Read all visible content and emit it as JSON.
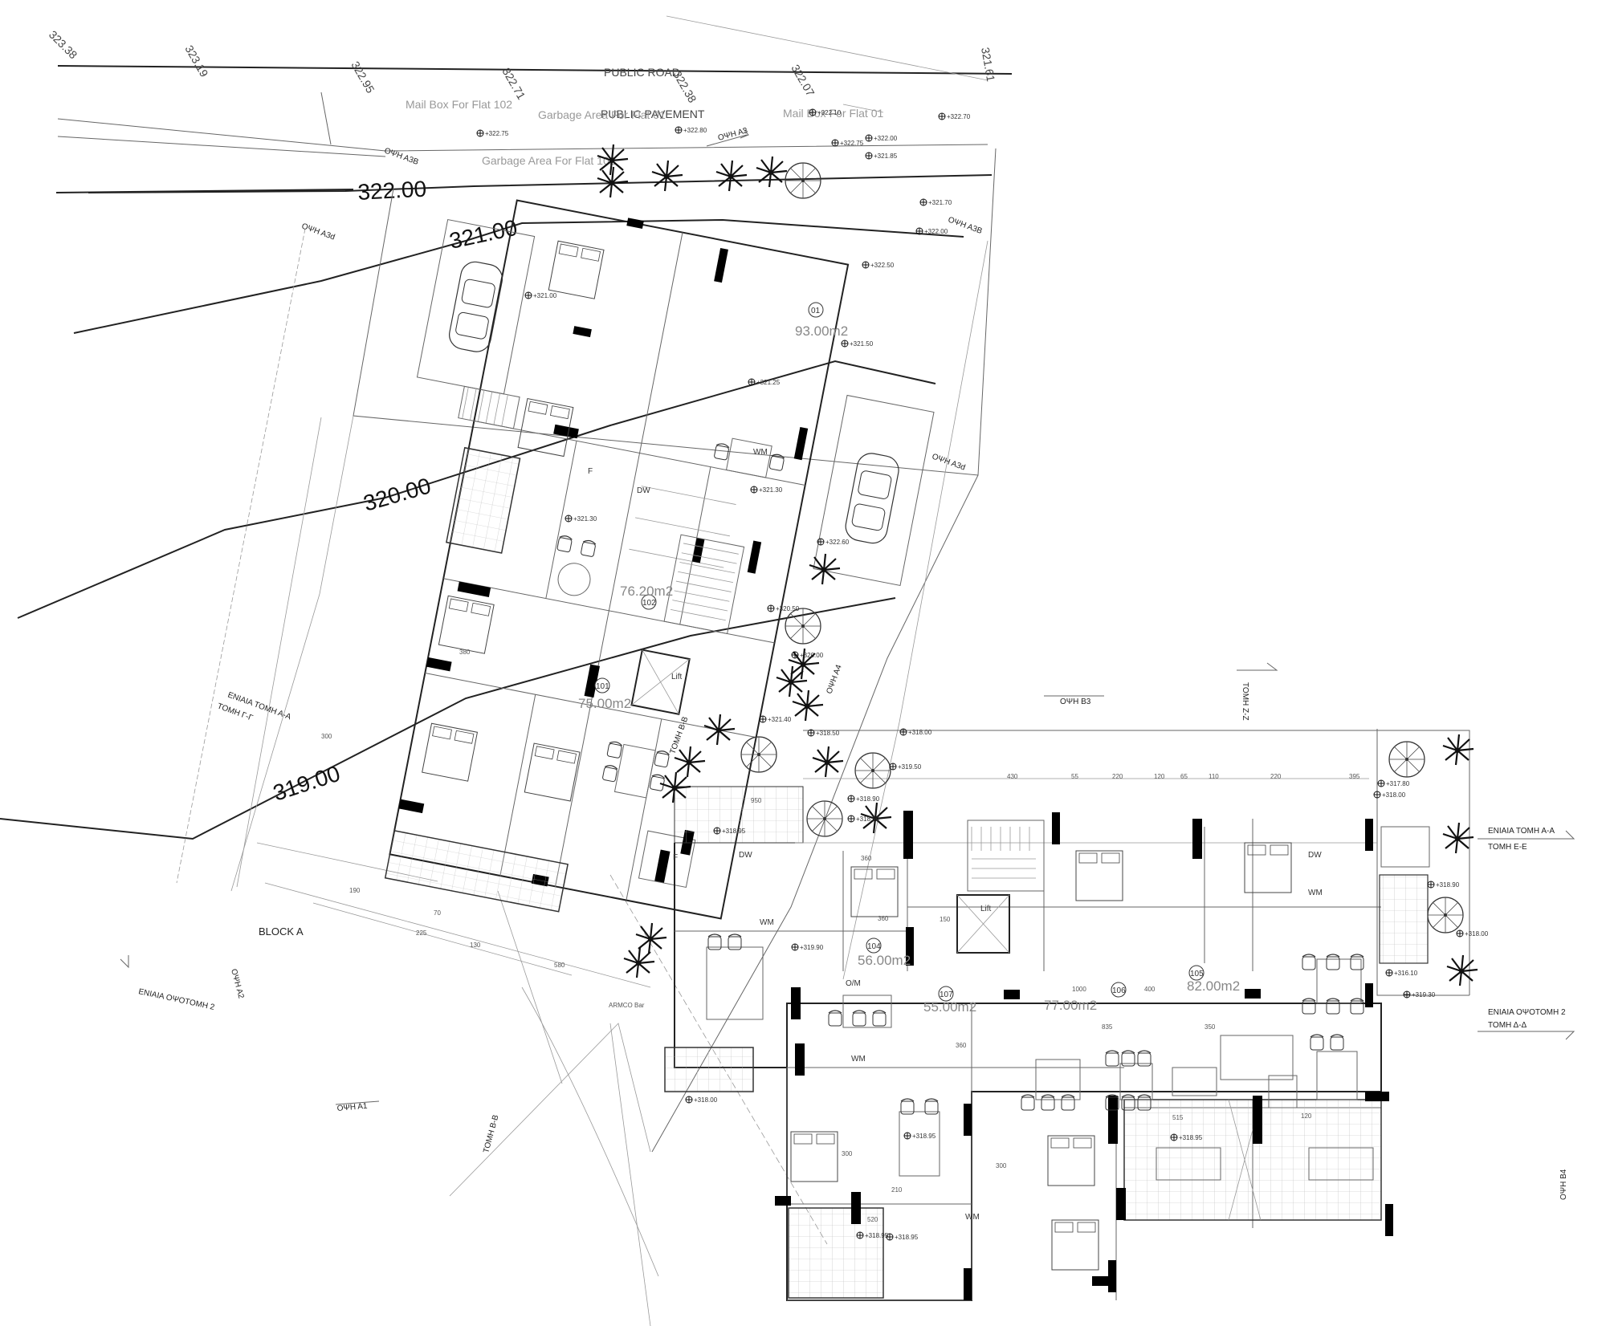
{
  "contours": {
    "c322": "322.00",
    "c321": "321.00",
    "c320": "320.00",
    "c319": "319.00"
  },
  "road_elevations": [
    "323.38",
    "323.19",
    "322.95",
    "322.71",
    "322.38",
    "322.07",
    "321.61"
  ],
  "road": {
    "public_road": "PUBLIC ROAD",
    "public_pavement": "PUBLIC PAVEMENT"
  },
  "notes": {
    "mailbox_102": "Mail Box For Flat 102",
    "mailbox_01": "Mail Box For Flat 01",
    "garbage_01": "Garbage Area For Flat 01",
    "garbage_102": "Garbage Area For Flat 102",
    "block_a": "BLOCK A"
  },
  "sections": {
    "opsi_a3": "ΟΨΗ Α3",
    "opsi_a3b_left": "ΟΨΗ Α3Β",
    "opsi_a3b_right": "ΟΨΗ Α3Β",
    "opsi_a3d_left": "ΟΨΗ Α3d",
    "opsi_a3d_right": "ΟΨΗ Α3d",
    "opsi_a4": "ΟΨΗ Α4",
    "opsi_a2": "ΟΨΗ Α2",
    "opsi_a1": "ΟΨΗ Α1",
    "opsi_b3": "ΟΨΗ Β3",
    "opsi_b4": "ΟΨΗ Β4",
    "tomi_zz": "ΤΟΜΗ Ζ-Ζ",
    "tomi_bb_top": "ΤΟΜΗ Β-Β",
    "tomi_bb_bottom": "ΤΟΜΗ Β-Β",
    "eniaia_aa_left": "ΕΝΙΑΙΑ ΤΟΜΗ Α-Α",
    "tomi_gg": "ΤΟΜΗ Γ-Γ",
    "eniaia_aa_right": "ΕΝΙΑΙΑ ΤΟΜΗ Α-Α",
    "tomi_ee": "ΤΟΜΗ Ε-Ε",
    "eniaia_opsotomi_left": "ΕΝΙΑΙΑ ΟΨΟΤΟΜΗ 2",
    "eniaia_opsotomi_right": "ΕΝΙΑΙΑ ΟΨΟΤΟΜΗ 2",
    "tomi_dd": "ΤΟΜΗ Δ-Δ"
  },
  "units": [
    {
      "num": "01",
      "area": "93.00m2"
    },
    {
      "num": "102",
      "area": "76.20m2"
    },
    {
      "num": "101",
      "area": "75.00m2"
    },
    {
      "num": "104",
      "area": "56.00m2"
    },
    {
      "num": "107",
      "area": "55.00m2"
    },
    {
      "num": "106",
      "area": "77.00m2"
    },
    {
      "num": "105",
      "area": "82.00m2"
    }
  ],
  "levels": [
    "+322.75",
    "+322.80",
    "+322.75",
    "+322.70",
    "+322.00",
    "+321.85",
    "+321.70",
    "+322.00",
    "+322.10",
    "+322.50",
    "+321.00",
    "+321.50",
    "+321.25",
    "+321.30",
    "+321.30",
    "+322.60",
    "+320.50",
    "+320.00",
    "+321.40",
    "+318.00",
    "+318.50",
    "+319.50",
    "+318.90",
    "+318.90",
    "+319.90",
    "+318.00",
    "+318.95",
    "+318.95",
    "+318.95",
    "+318.95",
    "+318.95",
    "+317.80",
    "+318.00",
    "+318.90",
    "+318.00",
    "+316.10",
    "+319.30"
  ],
  "dims": [
    "430",
    "55",
    "220",
    "120",
    "65",
    "110",
    "220",
    "395",
    "360",
    "360",
    "300",
    "300",
    "210",
    "360",
    "150",
    "515",
    "120",
    "520",
    "835",
    "350",
    "1000",
    "400",
    "950",
    "190",
    "225",
    "130",
    "580",
    "300",
    "380",
    "70"
  ],
  "equipment": {
    "dw": "DW",
    "wm": "WM",
    "fridge": "F",
    "oven": "O/M",
    "lift": "Lift",
    "armco": "ARMCO Bar"
  }
}
